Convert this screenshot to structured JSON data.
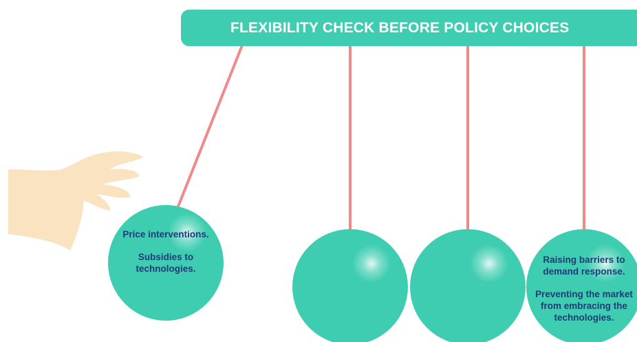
{
  "banner": {
    "title": "FLEXIBILITY CHECK BEFORE POLICY CHOICES"
  },
  "balls": [
    {
      "lines": [
        "Price interventions.",
        "Subsidies to technologies."
      ]
    },
    {
      "lines": []
    },
    {
      "lines": []
    },
    {
      "lines": [
        "Raising barriers to demand response.",
        "Preventing the market from embracing the technologies."
      ]
    }
  ],
  "colors": {
    "teal": "#3ecdb0",
    "string": "#f08a8a",
    "text": "#1f3a7a",
    "hand": "#fae3c0"
  },
  "icons": [
    "hand-icon"
  ]
}
